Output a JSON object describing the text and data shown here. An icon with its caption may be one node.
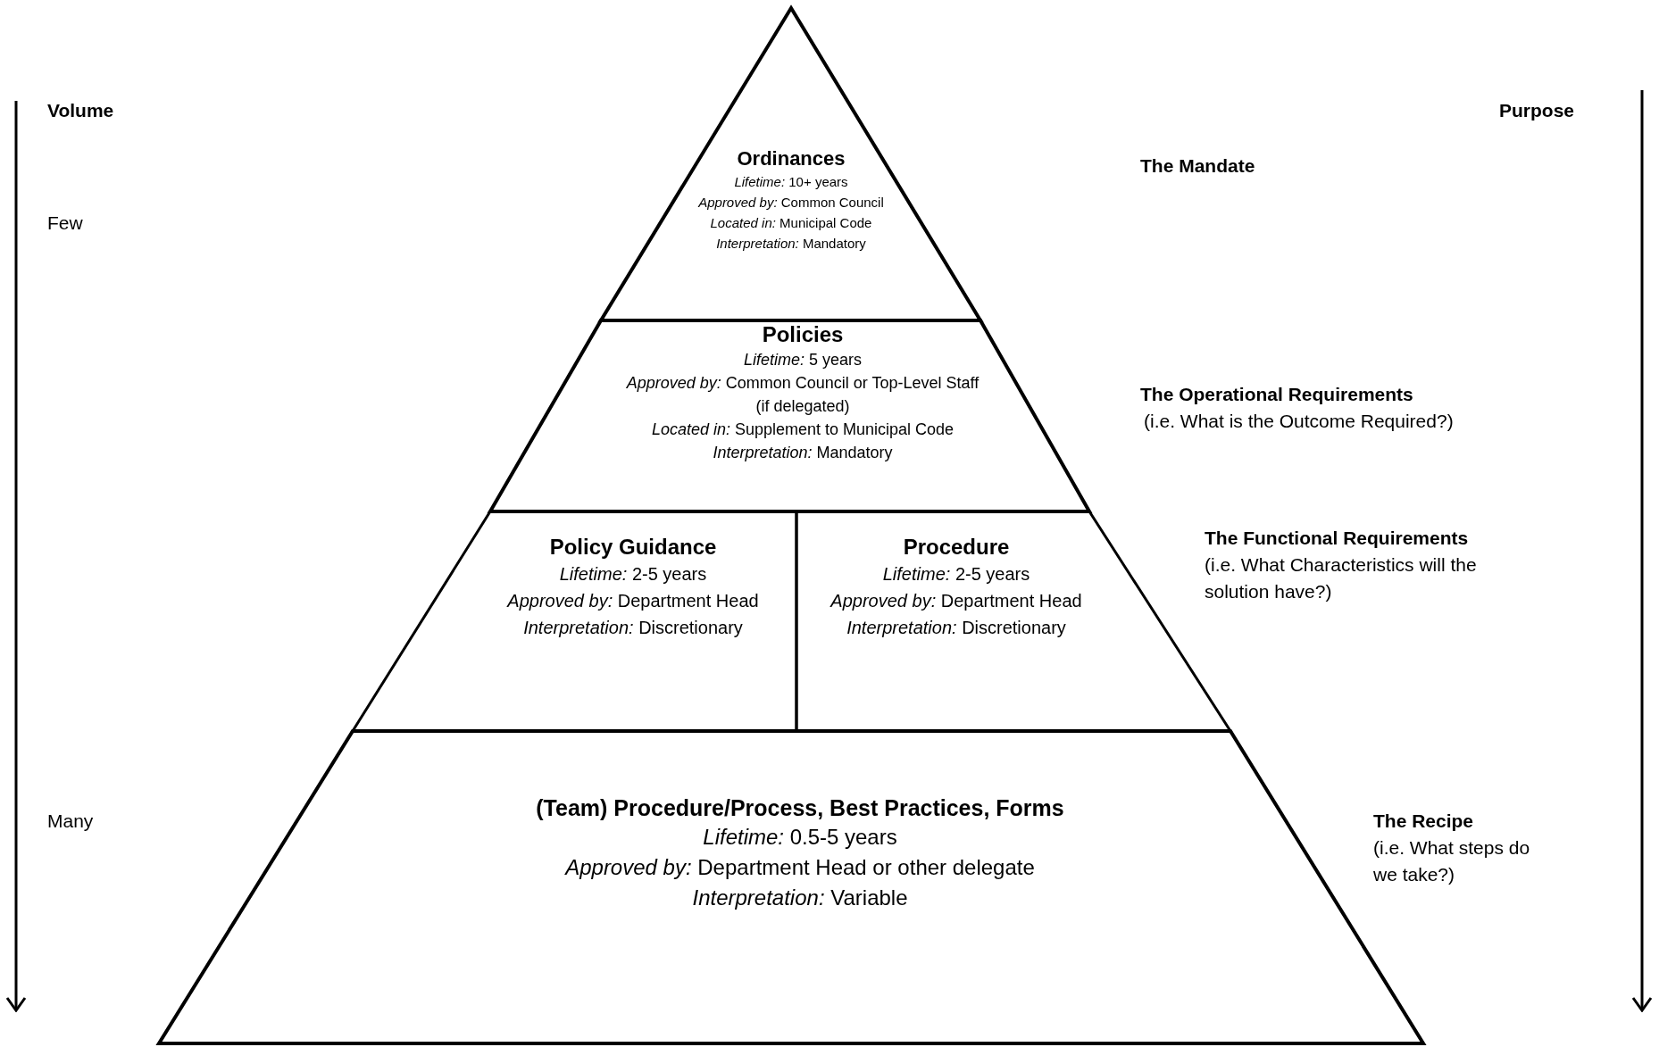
{
  "diagram": {
    "nodes": [
      {
        "text": [
          "Ordinances",
          "*Lifetime:* 10+ years",
          "*Approved by:* Common Council",
          "*Located in:* Municipal Code",
          "*Interpretation:* Mandatory"
        ]
      },
      {
        "text": [
          "Policies",
          "*Lifetime:* 5 years",
          "*Approved by:* Common Council or Top-Level Staff (if delegated)",
          "*Located in:* Supplement to Municipal Code",
          "*Interpretation:* Mandatory"
        ]
      },
      {
        "text": [
          "Policy Guidance",
          "*Lifetime:* 2-5 years",
          "*Approved by:* Department Head",
          "*Interpretation:* Discretionary"
        ]
      },
      {
        "text": [
          "Procedure",
          "*Lifetime:* 2-5 years",
          "*Approved by:* Department Head",
          "*Interpretation:* Discretionary"
        ]
      },
      {
        "text": [
          "(Team) Procedure/Process, Best Practices, Forms",
          "*Lifetime:* 0.5-5 years",
          "*Approved by:* Department Head or other delegate",
          "*Interpretation:* Variable"
        ]
      }
    ],
    "labels": [
      "Volume",
      "Purpose",
      "Few",
      "The Mandate",
      "The Operational Requirements",
      "(i.e. What is the Outcome Required?)",
      "The Functional Requirements",
      "(i.e. What Characteristics will the solution have?)",
      "Many",
      "The Recipe",
      "(i.e. What steps do we take?)"
    ]
  }
}
